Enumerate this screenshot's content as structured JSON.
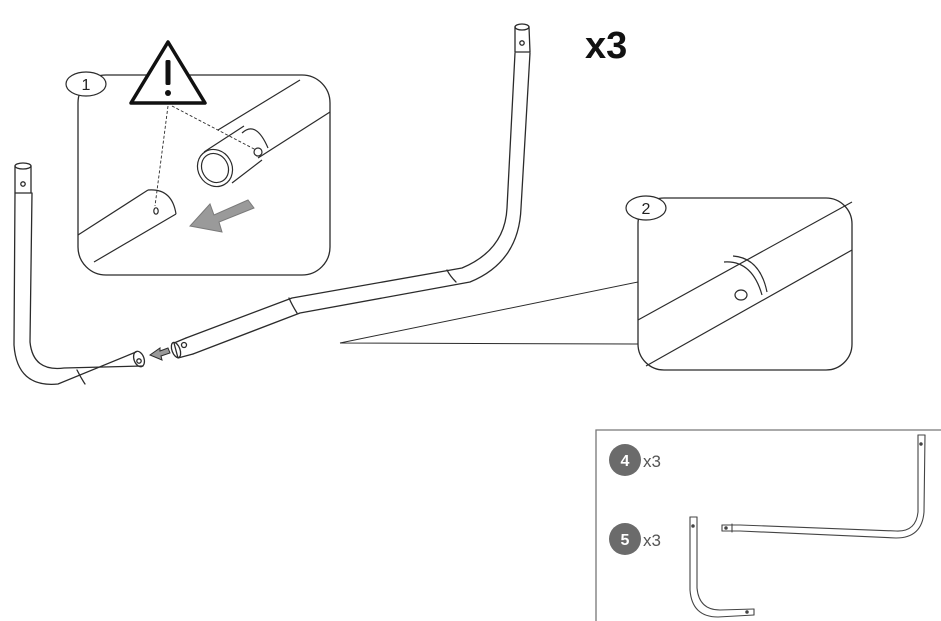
{
  "main": {
    "quantity": "x3"
  },
  "callouts": [
    {
      "number": "1"
    },
    {
      "number": "2"
    }
  ],
  "parts_box": {
    "items": [
      {
        "number": "4",
        "quantity": "x3"
      },
      {
        "number": "5",
        "quantity": "x3"
      }
    ]
  },
  "icons": {
    "warning": "warning-triangle-icon",
    "arrow": "direction-arrow-icon"
  },
  "colors": {
    "line": "#2b2b2b",
    "arrow_fill": "#9a9a9a",
    "badge_fill": "#6b6b6b"
  }
}
